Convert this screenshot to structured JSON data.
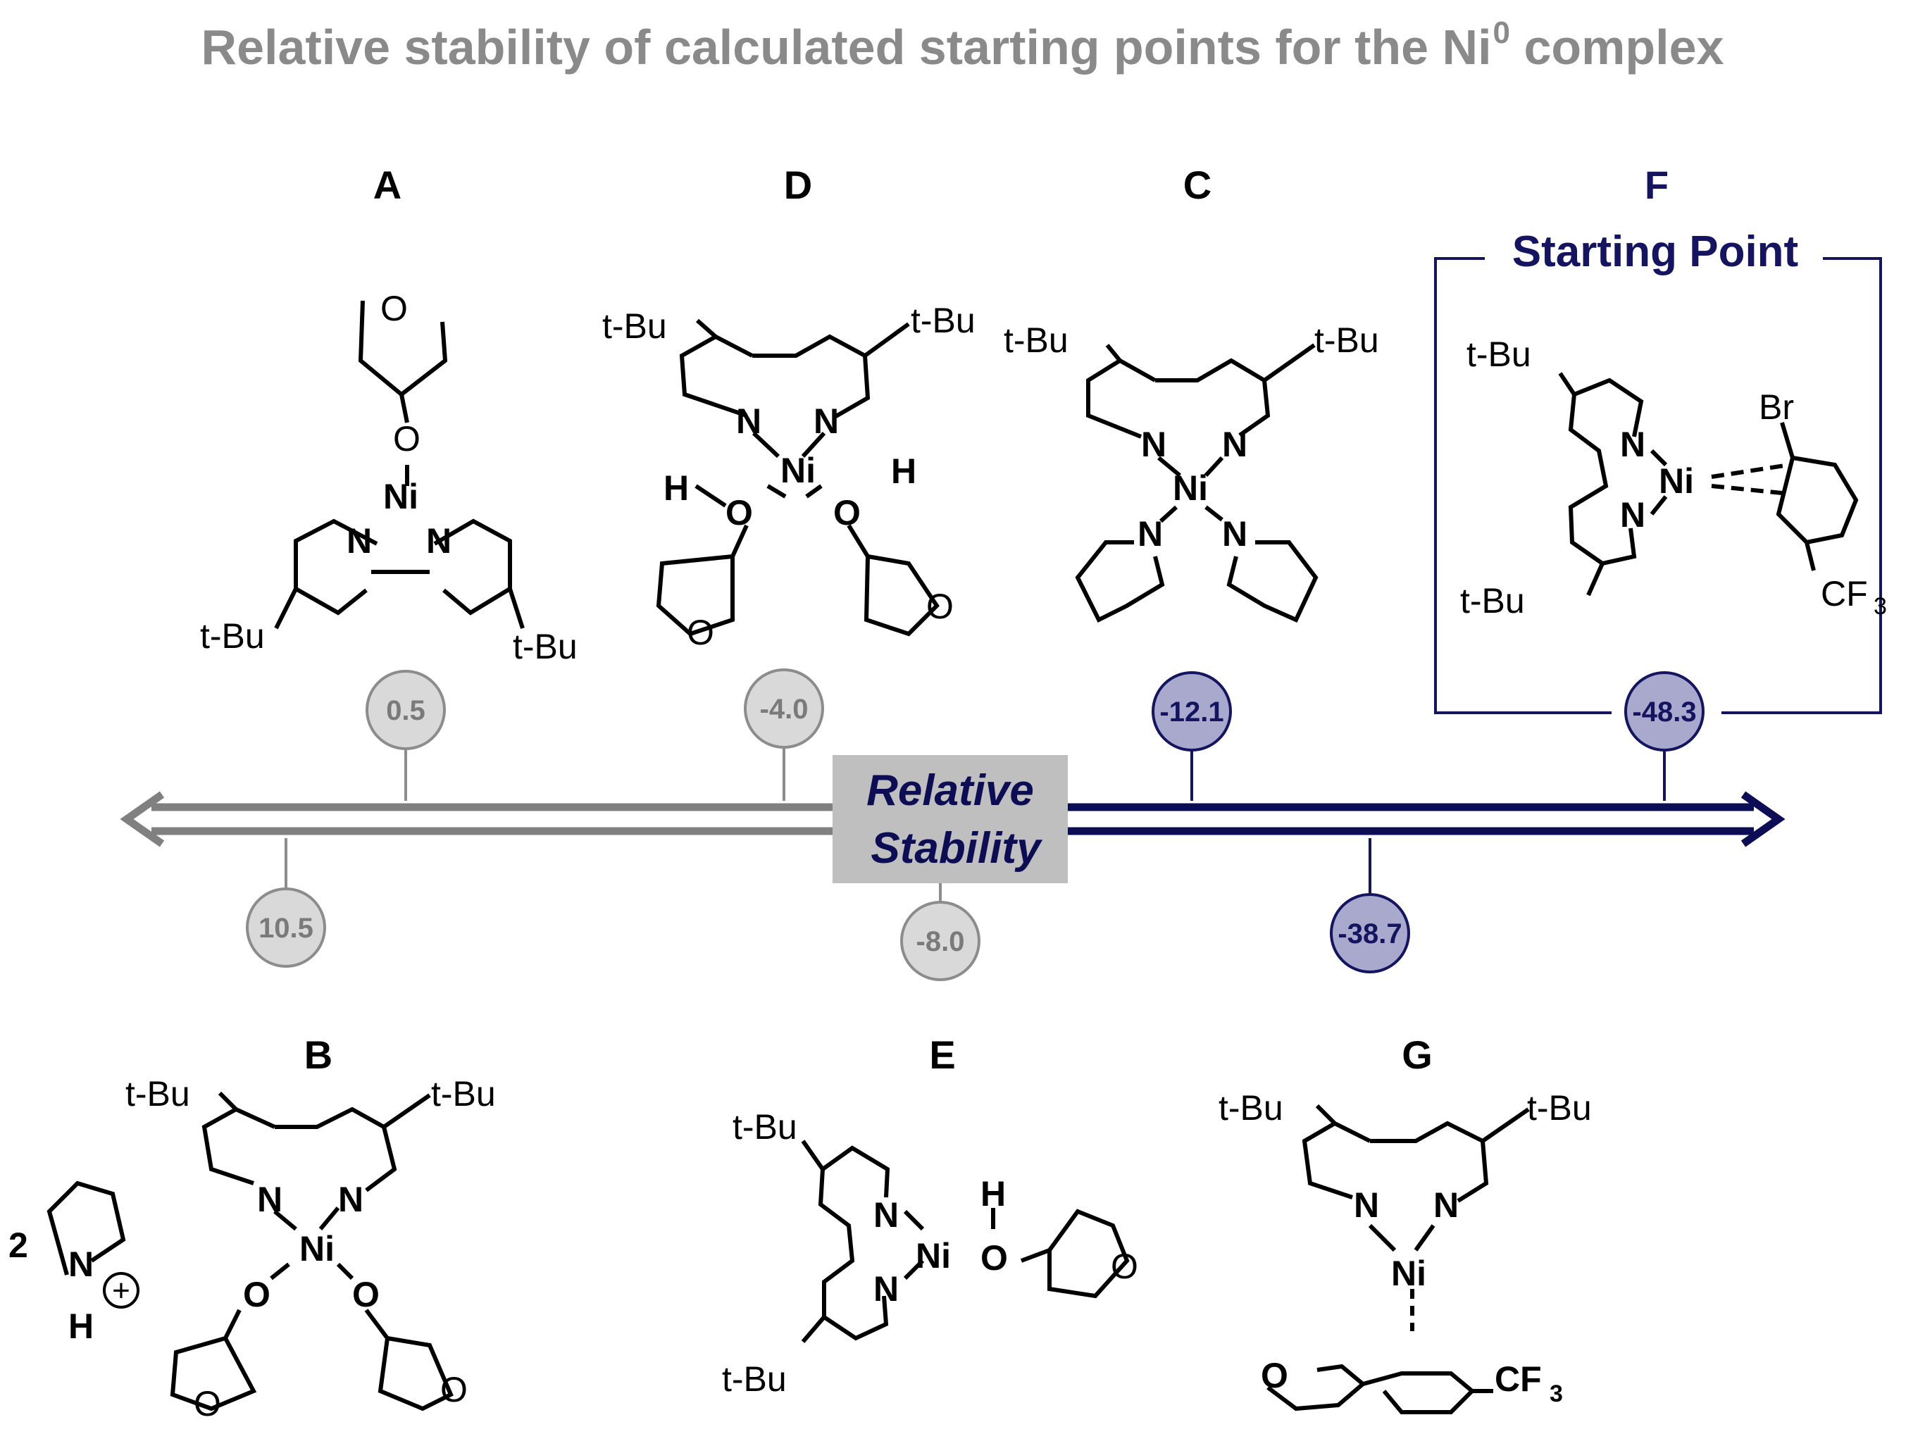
{
  "title": {
    "text": "Relative stability of calculated starting points for the Ni",
    "superscript": "0",
    "suffix": " complex",
    "color": "#8a8a8a"
  },
  "axis": {
    "label_line1": "Relative",
    "label_line2": "Stability",
    "left_color": "#808080",
    "right_color": "#0d0d55"
  },
  "starting_point_label": "Starting Point",
  "complexes": [
    {
      "id": "A",
      "energy": "0.5",
      "side": "destabilized"
    },
    {
      "id": "B",
      "energy": "10.5",
      "side": "destabilized"
    },
    {
      "id": "C",
      "energy": "-12.1",
      "side": "stabilized"
    },
    {
      "id": "D",
      "energy": "-4.0",
      "side": "destabilized"
    },
    {
      "id": "E",
      "energy": "-8.0",
      "side": "destabilized"
    },
    {
      "id": "F",
      "energy": "-48.3",
      "side": "stabilized",
      "highlight": true
    },
    {
      "id": "G",
      "energy": "-38.7",
      "side": "stabilized"
    }
  ],
  "atoms": {
    "ni": "Ni",
    "n": "N",
    "o": "O",
    "h": "H",
    "br": "Br",
    "tbu": "t-Bu",
    "cf3": "CF",
    "three": "3",
    "two": "2",
    "plus": "+"
  },
  "colors": {
    "gray_fill": "#d9d9d9",
    "gray_stroke": "#8c8c8c",
    "gray_text": "#7a7a7a",
    "navy_fill": "#a8a9cc",
    "navy_stroke": "#141460",
    "navy_text": "#141460",
    "label_box": "#bfbfbf"
  }
}
